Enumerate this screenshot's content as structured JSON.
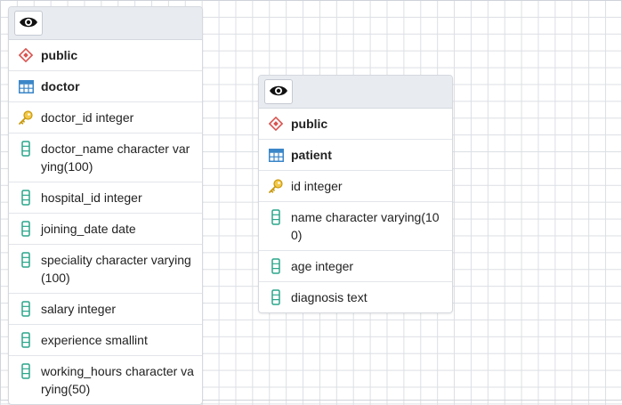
{
  "tables": [
    {
      "schema": "public",
      "name": "doctor",
      "columns": [
        {
          "icon": "primary-key-icon",
          "text": "doctor_id integer"
        },
        {
          "icon": "column-icon",
          "text": "doctor_name character varying(100)"
        },
        {
          "icon": "column-icon",
          "text": "hospital_id integer"
        },
        {
          "icon": "column-icon",
          "text": "joining_date date"
        },
        {
          "icon": "column-icon",
          "text": "speciality character varying(100)"
        },
        {
          "icon": "column-icon",
          "text": "salary integer"
        },
        {
          "icon": "column-icon",
          "text": "experience smallint"
        },
        {
          "icon": "column-icon",
          "text": "working_hours character varying(50)"
        }
      ]
    },
    {
      "schema": "public",
      "name": "patient",
      "columns": [
        {
          "icon": "primary-key-icon",
          "text": "id integer"
        },
        {
          "icon": "column-icon",
          "text": "name character varying(100)"
        },
        {
          "icon": "column-icon",
          "text": "age integer"
        },
        {
          "icon": "column-icon",
          "text": "diagnosis text"
        }
      ]
    }
  ],
  "colors": {
    "schema_icon": "#d9534f",
    "table_icon": "#3a86c8",
    "key_icon": "#e0b020",
    "column_icon": "#2aa58a"
  }
}
